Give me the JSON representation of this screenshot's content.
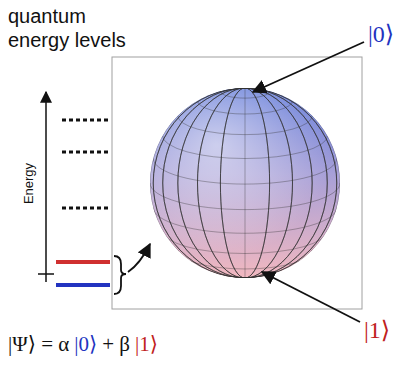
{
  "diagram": {
    "title": "quantum energy levels",
    "labels": [
      "Energy",
      "|0⟩",
      "|1⟩",
      "|Ψ⟩ = α",
      "|0⟩",
      "+ β",
      "|1⟩"
    ]
  }
}
